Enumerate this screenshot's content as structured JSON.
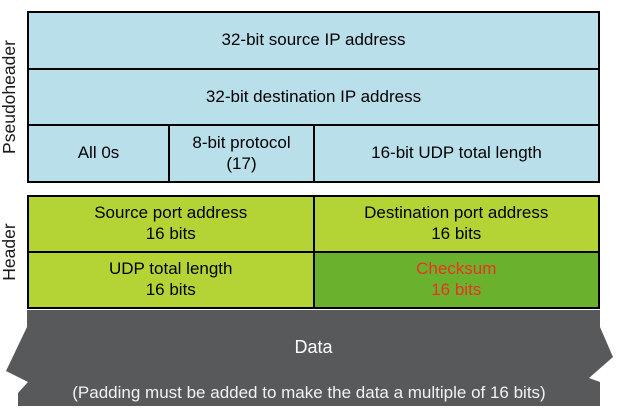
{
  "pseudoheader": {
    "label": "Pseudoheader",
    "row1": "32-bit source IP address",
    "row2": "32-bit destination IP address",
    "row3": {
      "cell1": "All 0s",
      "cell2_line1": "8-bit protocol",
      "cell2_line2": "(17)",
      "cell3": "16-bit UDP total length"
    }
  },
  "header": {
    "label": "Header",
    "source_port": {
      "line1": "Source port address",
      "line2": "16 bits"
    },
    "dest_port": {
      "line1": "Destination port address",
      "line2": "16 bits"
    },
    "udp_length": {
      "line1": "UDP total length",
      "line2": "16 bits"
    },
    "checksum": {
      "line1": "Checksum",
      "line2": "16 bits"
    }
  },
  "data_section": {
    "title": "Data",
    "note": "(Padding must be added to make the data a multiple of 16 bits)"
  },
  "colors": {
    "pseudoheader_cell_blue": "#b9dfeb",
    "header_cell_yellow_green": "#b4d334",
    "checksum_cell_green": "#6ab22d",
    "checksum_text_red": "#ea3323",
    "data_banner_gray": "#58595b",
    "border_black": "#000000",
    "banner_text_white": "#ffffff"
  }
}
